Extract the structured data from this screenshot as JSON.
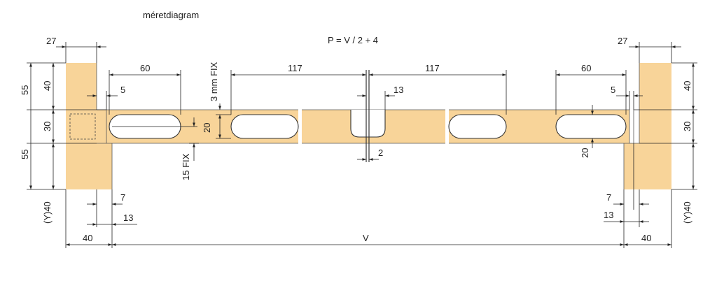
{
  "title": "méretdiagram",
  "formula": "P = V / 2 + 4",
  "colors": {
    "profile": "#f8d499",
    "line": "#222222"
  },
  "dimensions": {
    "left_top_width": "27",
    "left_height_top": "40",
    "left_55_top": "55",
    "left_30": "30",
    "left_55_bottom": "55",
    "left_y40": "(Y)40",
    "left_slot_length": "60",
    "left_slot_offset": "5",
    "slot_height_fix": "3 mm FIX",
    "slot_height": "20",
    "fix_15": "15 FIX",
    "center_slot_left": "117",
    "center_slot_right": "117",
    "center_notch": "13",
    "center_gap": "2",
    "left_7": "7",
    "left_13": "13",
    "bottom_left_40": "40",
    "bottom_v": "V",
    "bottom_right_40": "40",
    "right_top_width": "27",
    "right_slot_length": "60",
    "right_slot_offset": "5",
    "right_height_top": "40",
    "right_30": "30",
    "right_y40": "(Y)40",
    "right_slot_height": "20",
    "right_7": "7",
    "right_13": "13"
  }
}
